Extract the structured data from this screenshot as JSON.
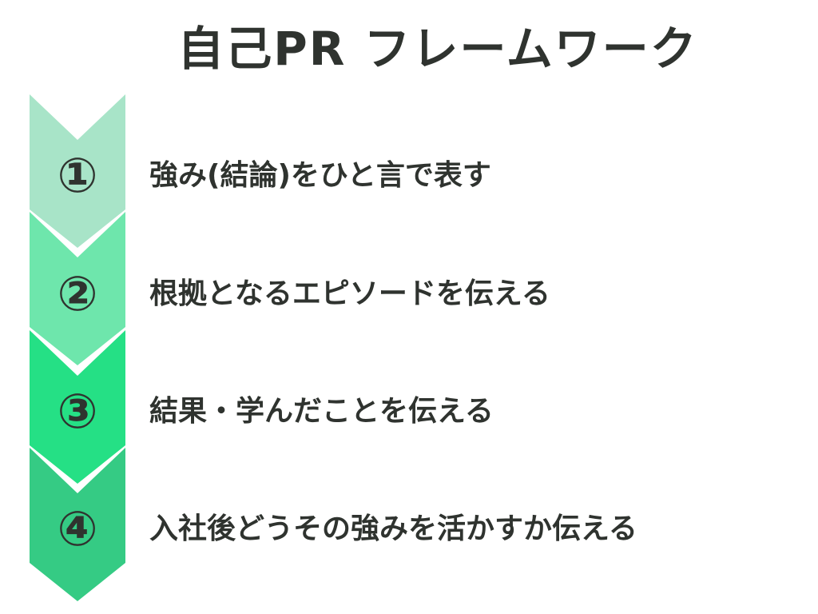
{
  "title": "自己PR フレームワーク",
  "steps": [
    {
      "number": "①",
      "text": "強み(結論)をひと言で表す",
      "color": "#a8e4c8"
    },
    {
      "number": "②",
      "text": "根拠となるエピソードを伝える",
      "color": "#6ee6ac"
    },
    {
      "number": "③",
      "text": "結果・学んだことを伝える",
      "color": "#25e085"
    },
    {
      "number": "④",
      "text": "入社後どうその強みを活かすか伝える",
      "color": "#35cb84"
    }
  ]
}
